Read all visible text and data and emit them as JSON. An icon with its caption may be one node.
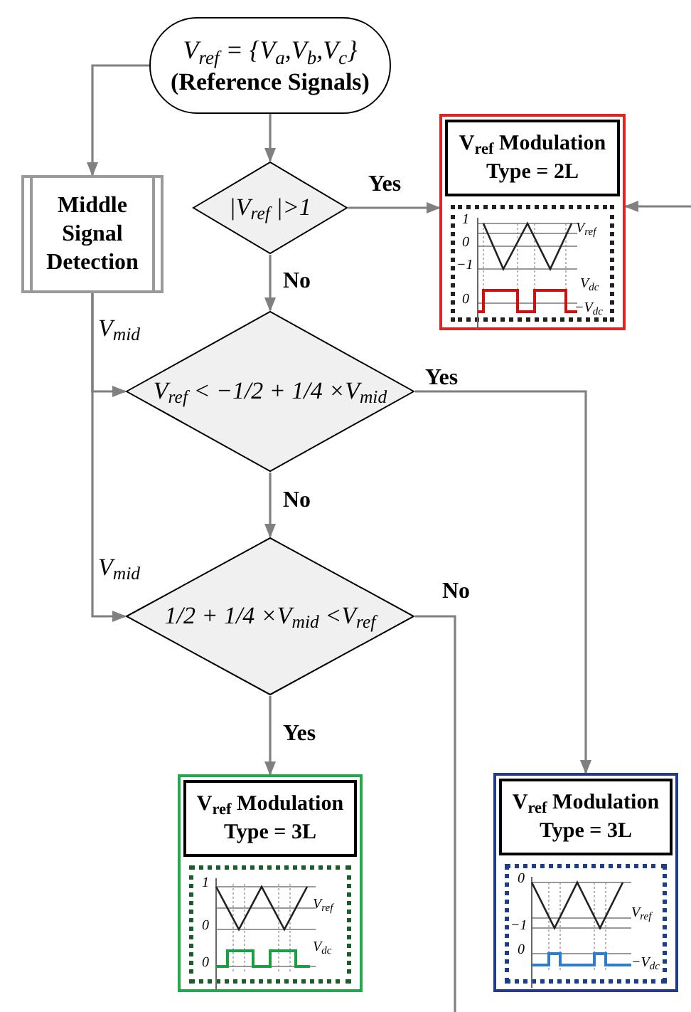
{
  "diagram": {
    "nodes": [
      {
        "text": [
          "V$_{ref}$ = {V$_{a}$,V$_{b}$,V$_{c}$}",
          "(Reference Signals)"
        ]
      },
      {
        "text": [
          "Middle Signal Detection"
        ]
      },
      {
        "text": [
          "|V$_{ref}$ |>1"
        ]
      },
      {
        "text": [
          "V$_{ref}$ Modulation Type = 2L"
        ]
      },
      {
        "text": [
          "V$_{ref}$ < −1/2 + 1/4 ×V$_{mid}$"
        ]
      },
      {
        "text": [
          "1/2 + 1/4 ×V$_{mid}$ <V$_{ref}$"
        ]
      },
      {
        "text": [
          "V$_{ref}$ Modulation Type = 3L"
        ]
      },
      {
        "text": [
          "V$_{ref}$ Modulation Type = 3L"
        ]
      }
    ],
    "edges": [
      {
        "from": 0,
        "to": 1,
        "arrow": "to"
      },
      {
        "from": 0,
        "to": 2,
        "arrow": "to"
      },
      {
        "from": 2,
        "to": 3,
        "arrow": "to",
        "label": "Yes"
      },
      {
        "from": 2,
        "to": 4,
        "arrow": "to",
        "label": "No"
      },
      {
        "from": 1,
        "to": 4,
        "arrow": "to",
        "label": "V$_{mid}$"
      },
      {
        "from": 1,
        "to": 5,
        "arrow": "to",
        "label": "V$_{mid}$"
      },
      {
        "from": 4,
        "to": 7,
        "arrow": "to",
        "label": "Yes"
      },
      {
        "from": 4,
        "to": 5,
        "arrow": "to",
        "label": "No"
      },
      {
        "from": 5,
        "to": 6,
        "arrow": "to",
        "label": "Yes"
      },
      {
        "from": 5,
        "to": null,
        "arrow": "none",
        "label": "No"
      },
      {
        "from": null,
        "to": 3,
        "arrow": "to"
      }
    ],
    "labels": [
      "1",
      "0",
      "−1",
      "V$_{ref}$",
      "V$_{dc}$",
      "0",
      "−V$_{dc}$",
      "1",
      "V$_{ref}$",
      "0",
      "V$_{dc}$",
      "0",
      "0",
      "V$_{ref}$",
      "−1",
      "0",
      "−V$_{dc}$"
    ]
  }
}
